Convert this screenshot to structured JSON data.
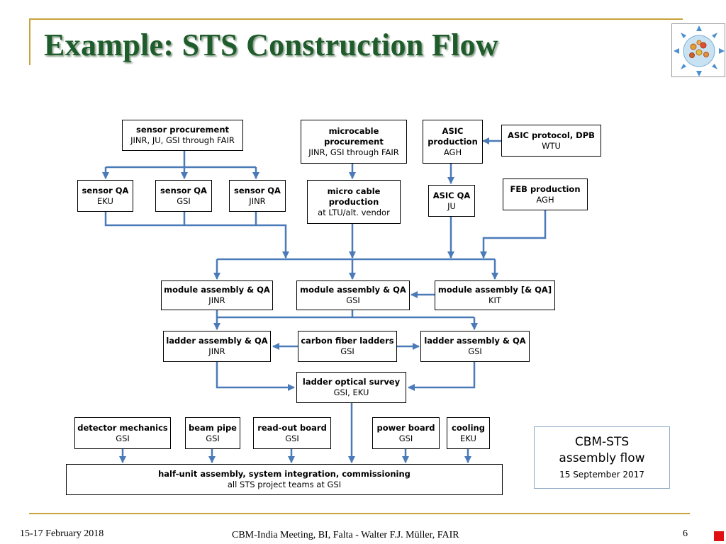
{
  "slide": {
    "title": "Example: STS Construction  Flow",
    "logo_icon": "cbm-detector-logo-icon"
  },
  "diagram": {
    "boxes": [
      {
        "id": "sensor-procurement",
        "title": "sensor procurement",
        "sub": "JINR, JU, GSI through FAIR"
      },
      {
        "id": "microcable-procurement",
        "title": "microcable procurement",
        "sub": "JINR, GSI through FAIR"
      },
      {
        "id": "asic-production",
        "title": "ASIC production",
        "sub": "AGH"
      },
      {
        "id": "asic-protocol-dpb",
        "title": "ASIC protocol, DPB",
        "sub": "WTU"
      },
      {
        "id": "sensor-qa-eku",
        "title": "sensor QA",
        "sub": "EKU"
      },
      {
        "id": "sensor-qa-gsi",
        "title": "sensor QA",
        "sub": "GSI"
      },
      {
        "id": "sensor-qa-jinr",
        "title": "sensor QA",
        "sub": "JINR"
      },
      {
        "id": "micro-cable-production",
        "title": "micro cable production",
        "sub": "at LTU/alt. vendor"
      },
      {
        "id": "asic-qa",
        "title": "ASIC QA",
        "sub": "JU"
      },
      {
        "id": "feb-production",
        "title": "FEB production",
        "sub": "AGH"
      },
      {
        "id": "module-assembly-jinr",
        "title": "module assembly & QA",
        "sub": "JINR"
      },
      {
        "id": "module-assembly-gsi",
        "title": "module assembly & QA",
        "sub": "GSI"
      },
      {
        "id": "module-assembly-kit",
        "title": "module assembly [& QA]",
        "sub": "KIT"
      },
      {
        "id": "ladder-assembly-jinr",
        "title": "ladder assembly & QA",
        "sub": "JINR"
      },
      {
        "id": "carbon-fiber-ladders",
        "title": "carbon fiber ladders",
        "sub": "GSI"
      },
      {
        "id": "ladder-assembly-gsi",
        "title": "ladder assembly & QA",
        "sub": "GSI"
      },
      {
        "id": "ladder-optical-survey",
        "title": "ladder optical survey",
        "sub": "GSI, EKU"
      },
      {
        "id": "detector-mechanics",
        "title": "detector mechanics",
        "sub": "GSI"
      },
      {
        "id": "beam-pipe",
        "title": "beam pipe",
        "sub": "GSI"
      },
      {
        "id": "read-out-board",
        "title": "read-out board",
        "sub": "GSI"
      },
      {
        "id": "power-board",
        "title": "power board",
        "sub": "GSI"
      },
      {
        "id": "cooling",
        "title": "cooling",
        "sub": "EKU"
      },
      {
        "id": "half-unit-assembly",
        "title": "half-unit assembly, system integration, commissioning",
        "sub": "all STS project teams at GSI"
      }
    ]
  },
  "info_box": {
    "line1": "CBM-STS",
    "line2": "assembly flow",
    "line3": "15 September  2017"
  },
  "footer": {
    "date": "15-17 February 2018",
    "center": "CBM-India Meeting, BI, Falta - Walter F.J. Müller, FAIR",
    "page": "6"
  },
  "colors": {
    "title": "#1f5c2b",
    "accent_line": "#c8a23a",
    "arrow": "#4a7ab8",
    "marker": "#e01010"
  }
}
